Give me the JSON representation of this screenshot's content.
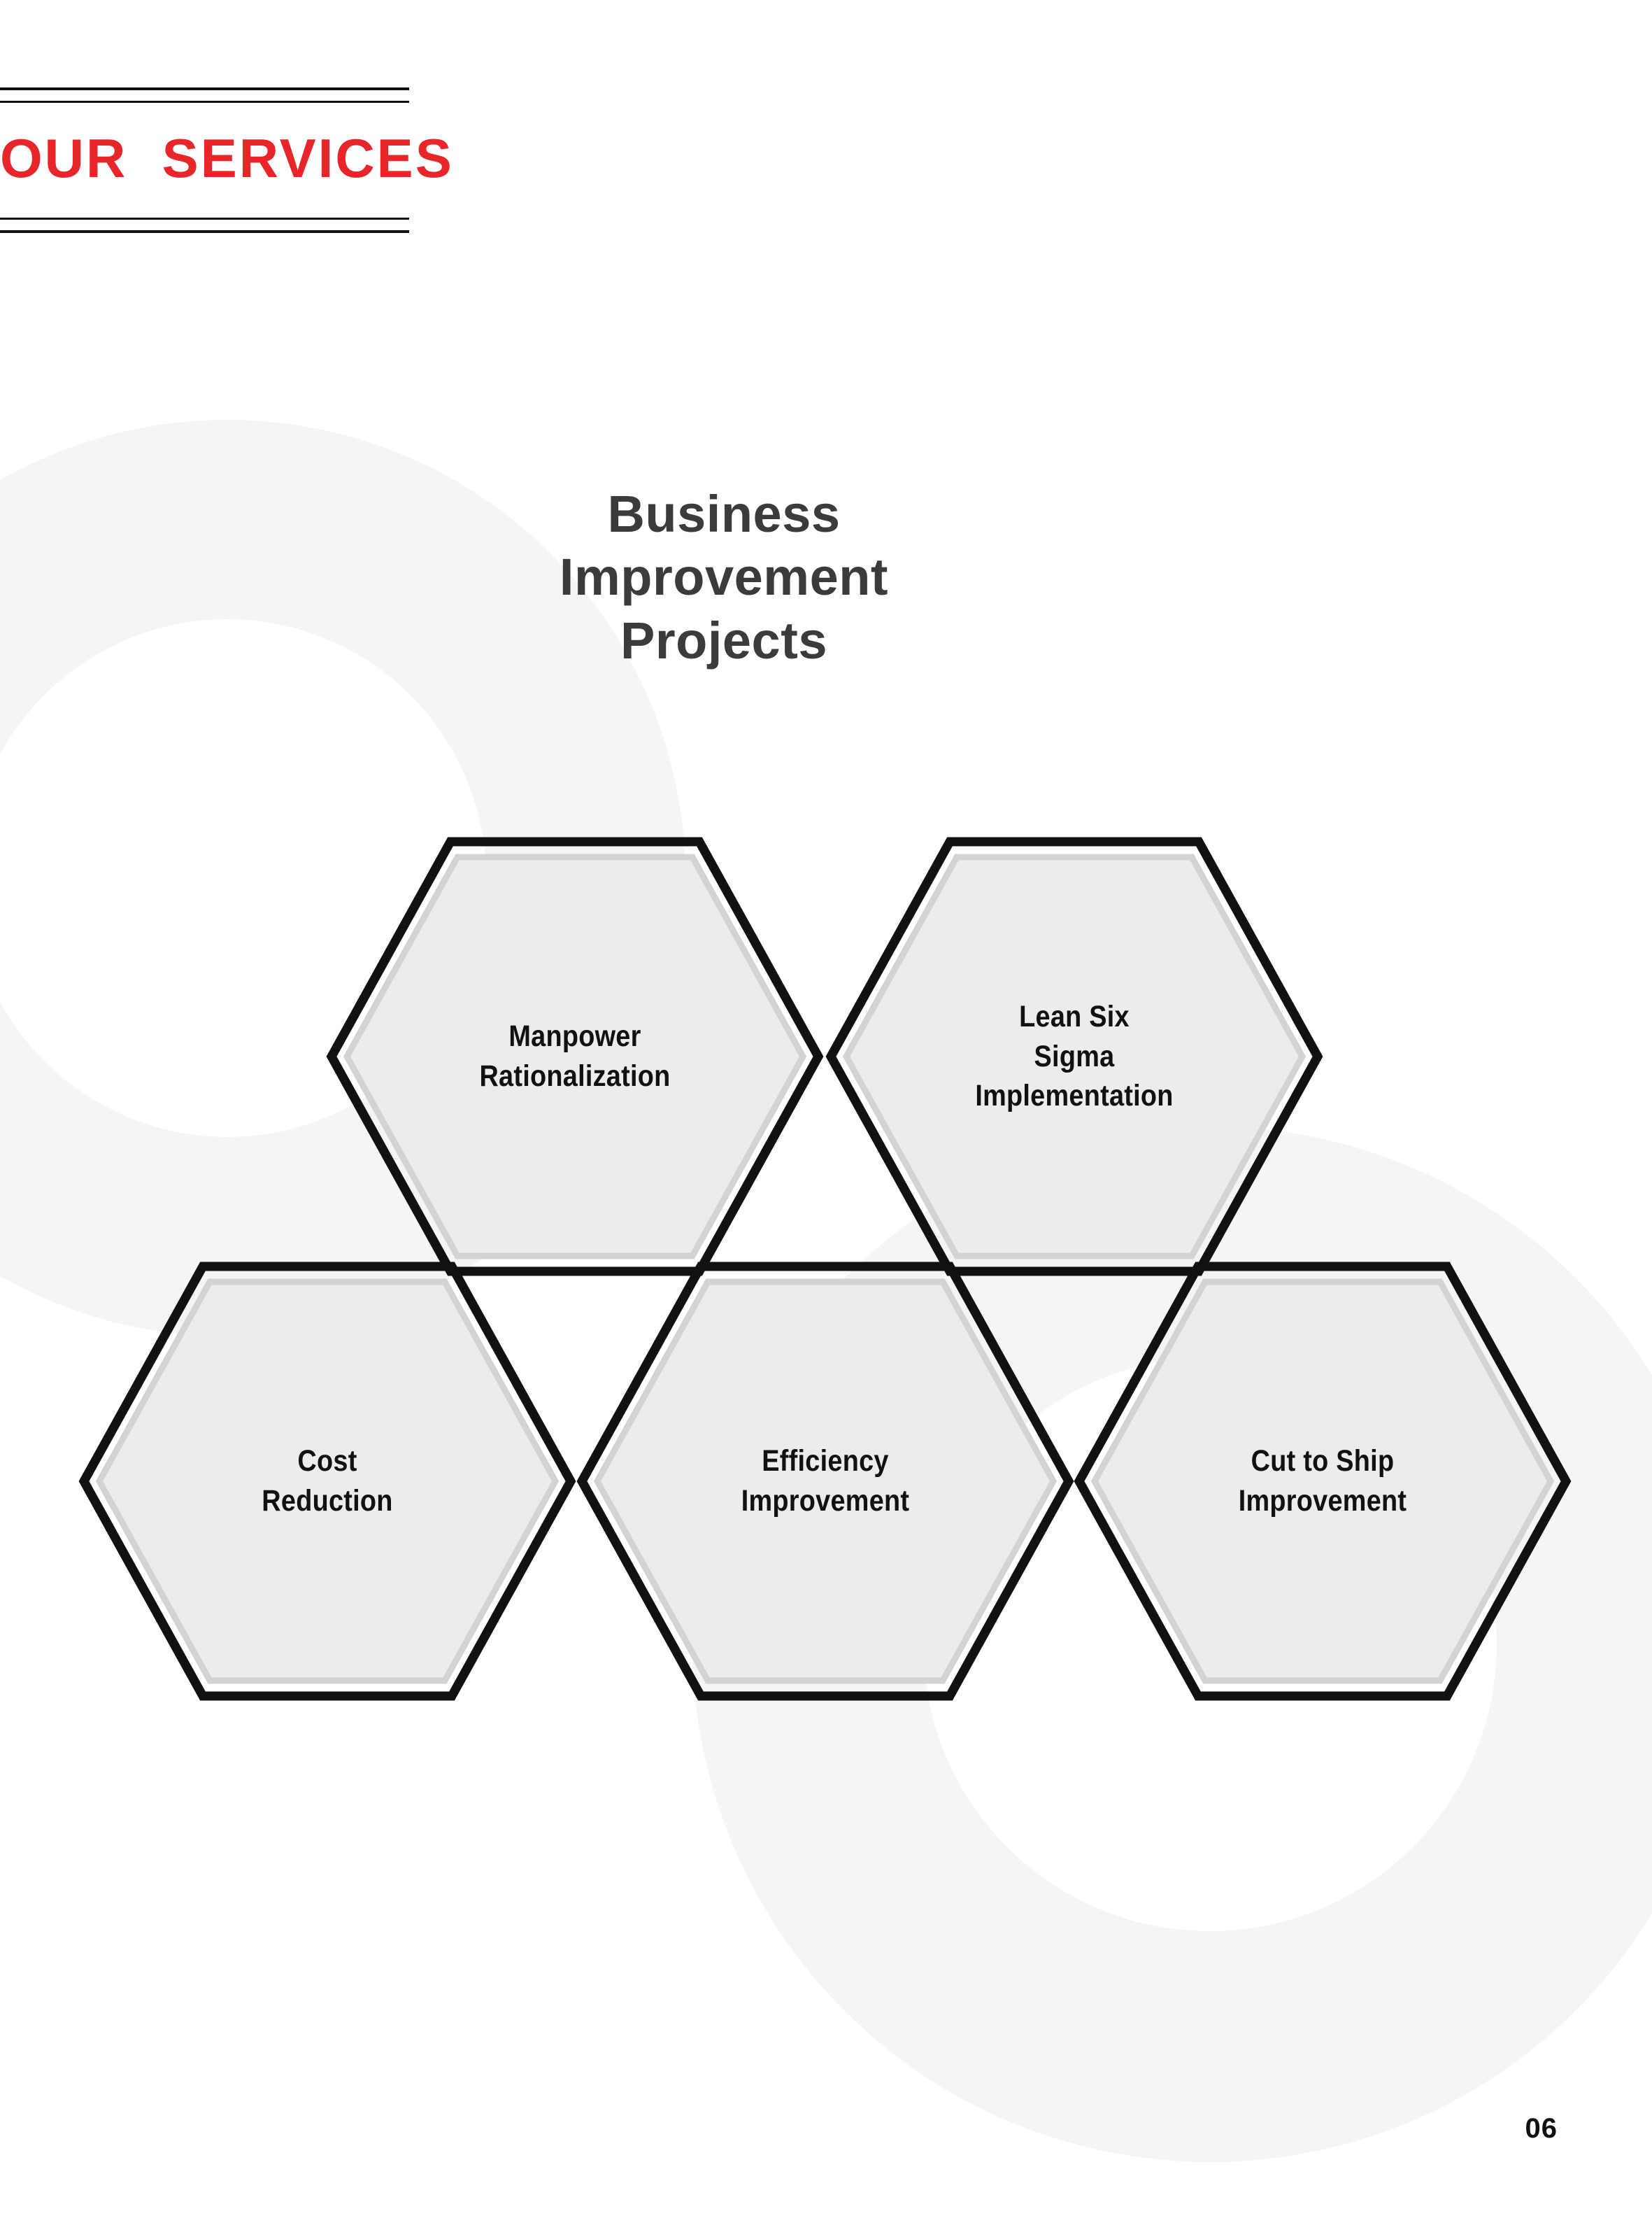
{
  "header": {
    "title": "OUR  SERVICES",
    "accent_color": "#e8262a",
    "rule_color": "#111111"
  },
  "heading": {
    "line1": "Business",
    "line2": "Improvement",
    "line3": "Projects",
    "color": "#3b3b3b"
  },
  "diagram": {
    "type": "hexagon-cluster",
    "shape_fill": "#ececee",
    "shape_inner_border": "#d3d3d3",
    "shape_outer_border": "#111111",
    "hexagons": [
      {
        "id": "manpower",
        "lines": [
          "Manpower",
          "Rationalization"
        ]
      },
      {
        "id": "leansix",
        "lines": [
          "Lean Six",
          "Sigma",
          "Implementation"
        ]
      },
      {
        "id": "cost",
        "lines": [
          "Cost",
          "Reduction"
        ]
      },
      {
        "id": "efficiency",
        "lines": [
          "Efficiency",
          "Improvement"
        ]
      },
      {
        "id": "cutship",
        "lines": [
          "Cut to Ship",
          "Improvement"
        ]
      }
    ]
  },
  "footer": {
    "page_number": "06"
  },
  "background": {
    "ring_color": "#f5f5f5",
    "page_color": "#ffffff"
  }
}
